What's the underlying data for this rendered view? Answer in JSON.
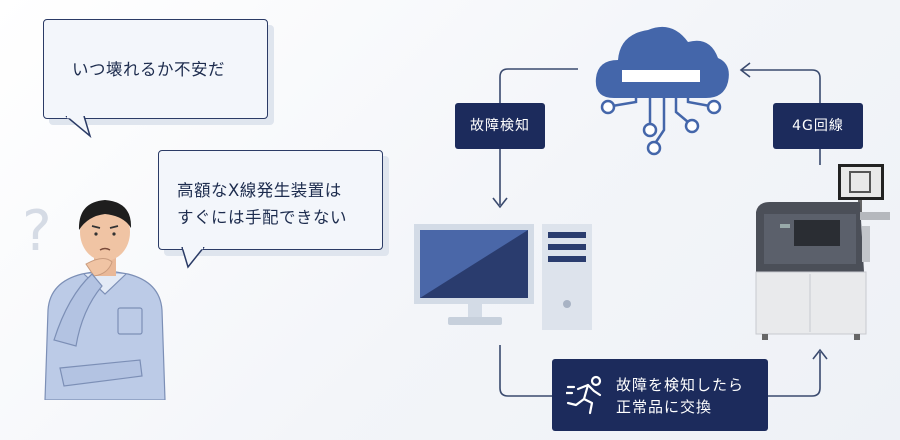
{
  "bubbles": {
    "worry": "いつ壊れるか不安だ",
    "expensive_line1": "高額なX線発生装置は",
    "expensive_line2": "すぐには手配できない"
  },
  "labels": {
    "fault_detect": "故障検知",
    "network": "4G回線",
    "replace_line1": "故障を検知したら",
    "replace_line2": "正常品に交換"
  },
  "icons": {
    "cloud": "cloud-network-icon",
    "computer": "desktop-computer-icon",
    "runner": "running-person-icon",
    "machine": "xray-inspection-machine",
    "person": "worried-worker-illustration"
  },
  "colors": {
    "navy": "#1c2b5c",
    "cloud": "#4466aa",
    "bubble": "#f3f6fb",
    "line": "#3a4a6e"
  }
}
